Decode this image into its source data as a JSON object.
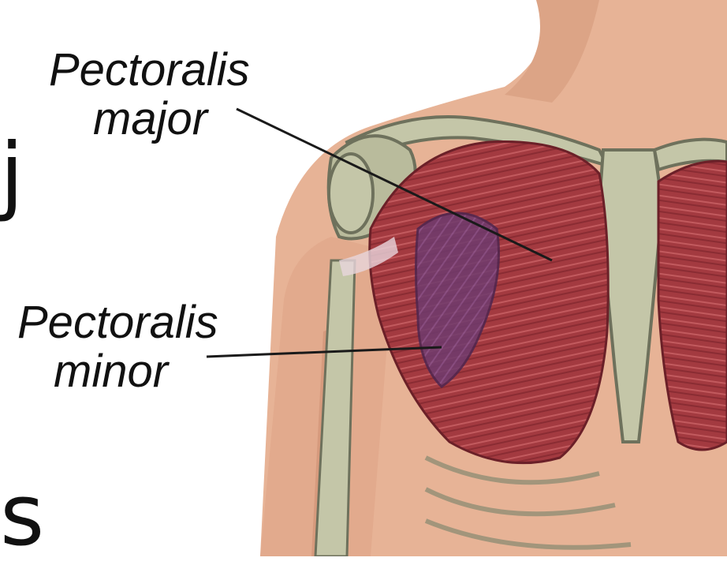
{
  "labels": {
    "pectoralis_major_line1": "Pectoralis",
    "pectoralis_major_line2": "major",
    "pectoralis_minor_line1": "Pectoralis",
    "pectoralis_minor_line2": "minor"
  },
  "edge_text": {
    "left_top_fragment": "j",
    "left_bottom_fragment": "s"
  },
  "colors": {
    "skin": "#e7b396",
    "skin_shadow": "#cf8f73",
    "bone": "#c4c6a8",
    "bone_outline": "#6e715c",
    "muscle_major": "#a33a40",
    "muscle_major_dark": "#7d2730",
    "muscle_minor": "#6e3b6e",
    "leader_line": "#1a1a1a",
    "background": "#ffffff"
  }
}
